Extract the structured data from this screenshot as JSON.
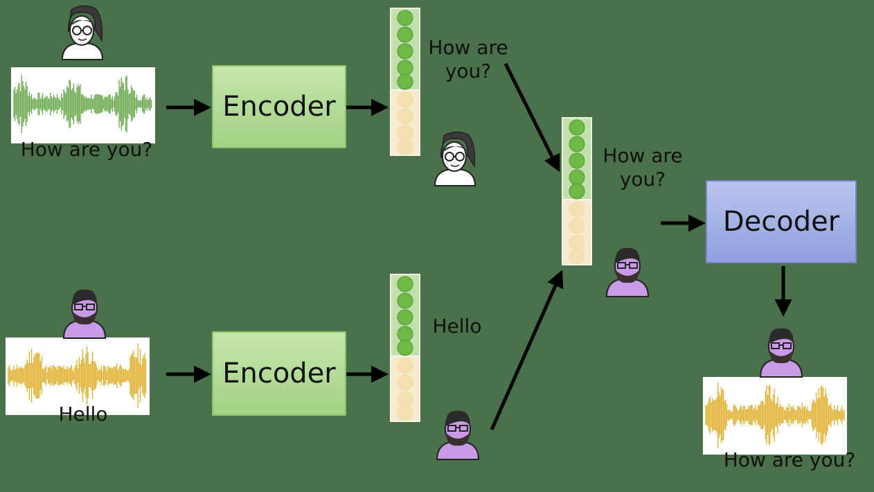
{
  "encoders": [
    {
      "label": "Encoder"
    },
    {
      "label": "Encoder"
    }
  ],
  "decoder": {
    "label": "Decoder"
  },
  "inputs": [
    {
      "caption": "How are you?",
      "wave_color": "#4e9a2d",
      "speaker": "female"
    },
    {
      "caption": "Hello",
      "wave_color": "#d9a20b",
      "speaker": "male"
    }
  ],
  "embedding_labels": {
    "top": "How are you?",
    "bottom": "Hello",
    "merged": "How are you?"
  },
  "output": {
    "caption": "How are you?",
    "wave_color": "#d9a20b",
    "speaker": "male"
  },
  "colors": {
    "background": "#4a7149",
    "content_dot": "#6dbb46",
    "speaker_dot": "#f4dfb2",
    "female_avatar": "#ffffff",
    "male_avatar": "#c99be6"
  }
}
